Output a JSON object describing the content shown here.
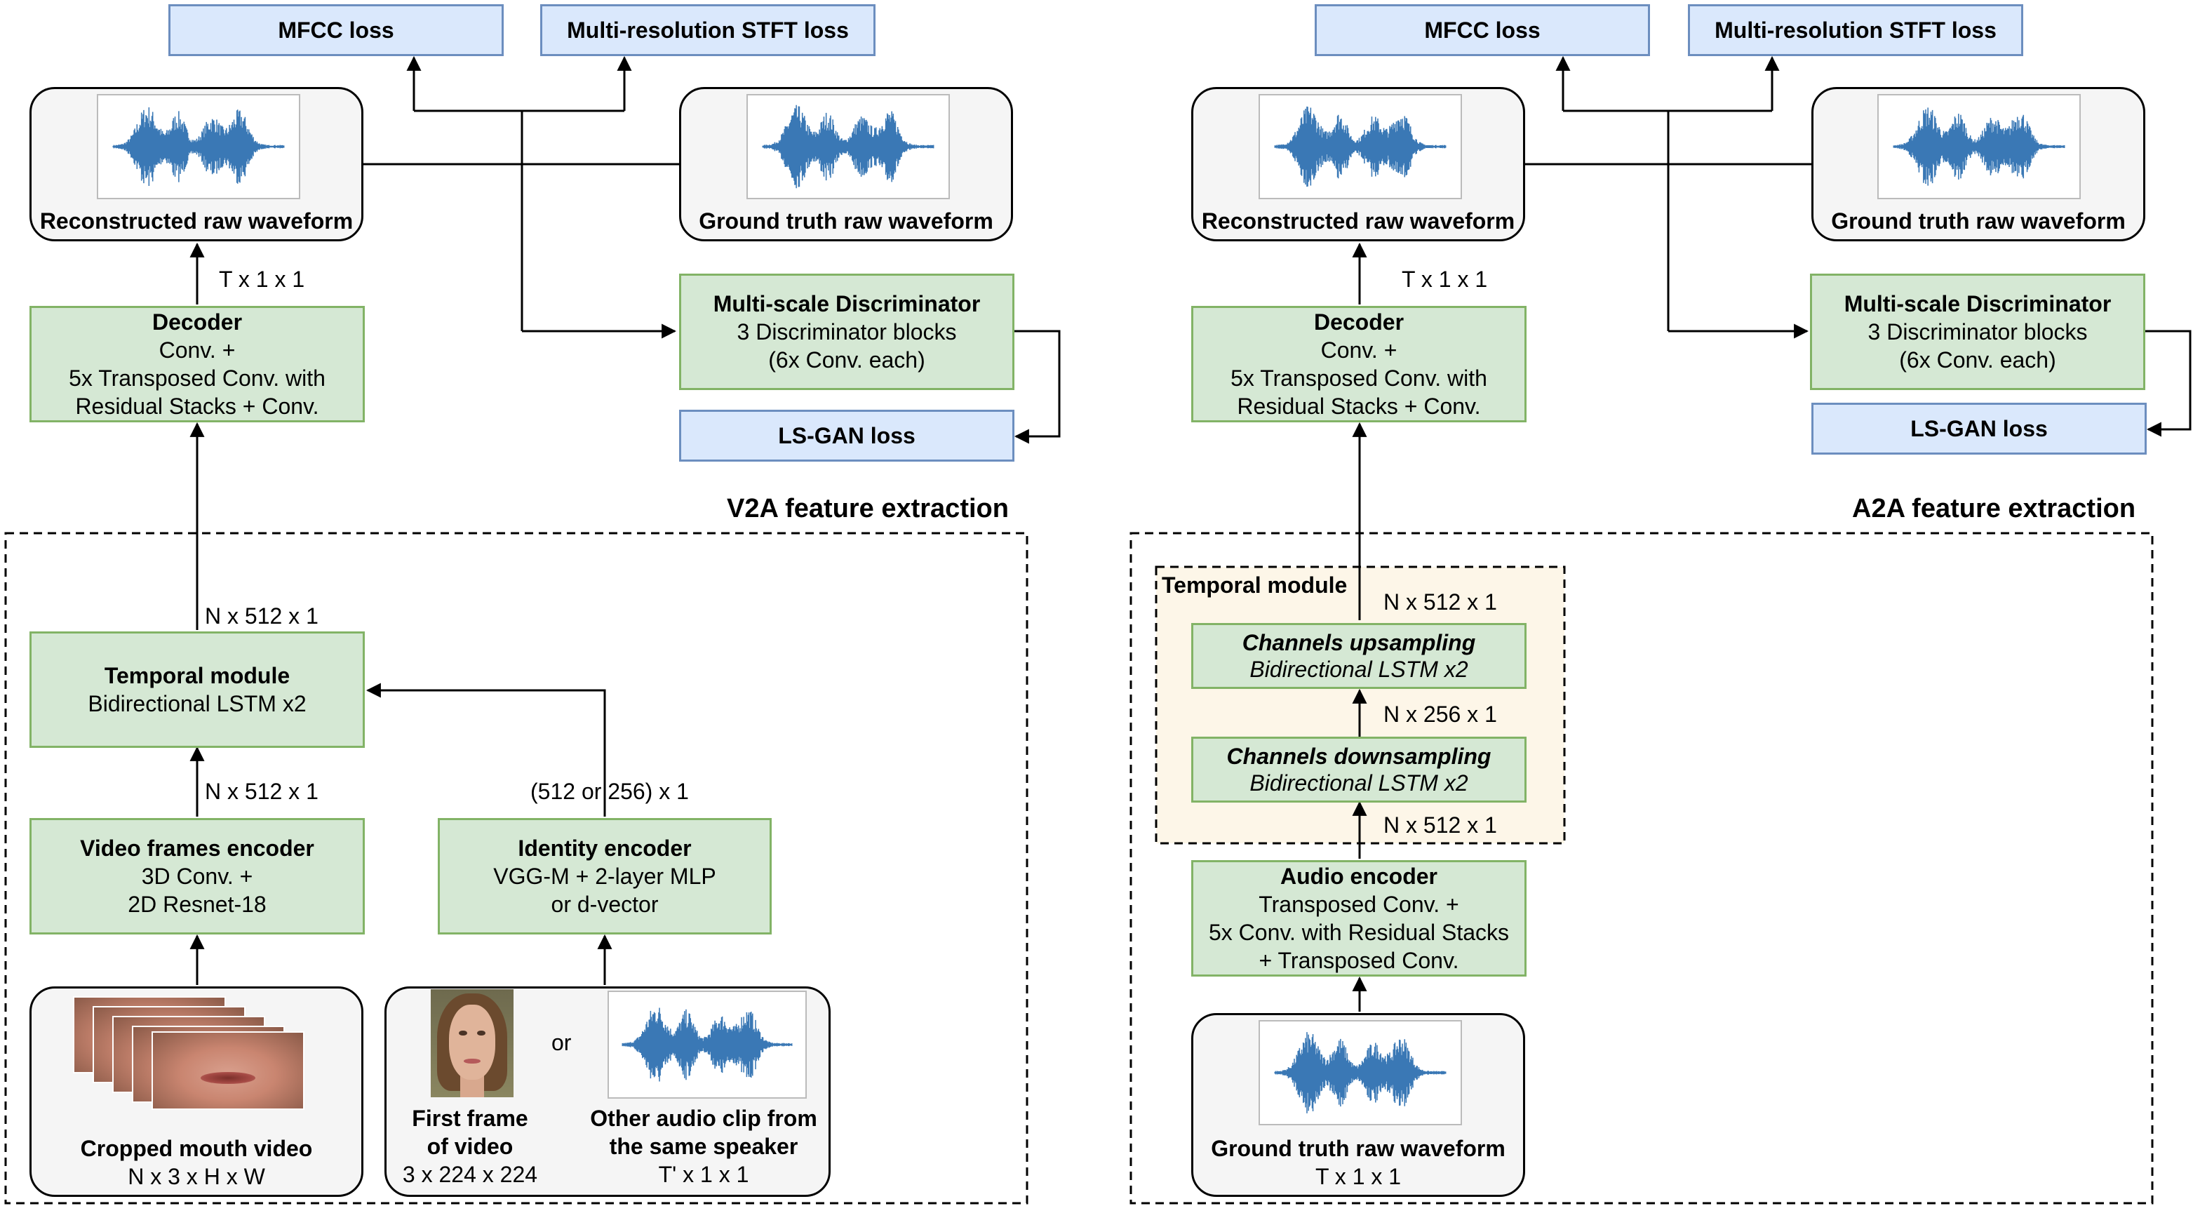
{
  "left": {
    "losses": {
      "mfcc": "MFCC loss",
      "stft": "Multi-resolution STFT loss",
      "lsgan": "LS-GAN loss"
    },
    "reconstructed": "Reconstructed raw waveform",
    "ground_truth": "Ground truth raw waveform",
    "discriminator": {
      "title": "Multi-scale Discriminator",
      "line1": "3 Discriminator blocks",
      "line2": "(6x Conv. each)"
    },
    "decoder": {
      "title": "Decoder",
      "line1": "Conv. +",
      "line2": "5x Transposed Conv. with",
      "line3": "Residual Stacks + Conv."
    },
    "dim_decoder_out": "T x 1 x 1",
    "section_title": "V2A feature extraction",
    "dim_temporal_out": "N x 512 x 1",
    "temporal": {
      "title": "Temporal module",
      "line1": "Bidirectional LSTM x2"
    },
    "dim_video_out": "N x 512 x 1",
    "dim_identity_out": "(512 or 256) x 1",
    "video_encoder": {
      "title": "Video frames encoder",
      "line1": "3D Conv. +",
      "line2": "2D Resnet-18"
    },
    "identity_encoder": {
      "title": "Identity encoder",
      "line1": "VGG-M + 2-layer MLP",
      "line2": "or d-vector"
    },
    "mouth_input": {
      "title": "Cropped mouth video",
      "dims": "N x 3 x H x W"
    },
    "identity_input": {
      "frame_title1": "First frame",
      "frame_title2": "of video",
      "frame_dims": "3 x 224 x 224",
      "or": "or",
      "audio_title1": "Other audio clip from",
      "audio_title2": "the same speaker",
      "audio_dims": "T' x 1 x 1"
    }
  },
  "right": {
    "losses": {
      "mfcc": "MFCC loss",
      "stft": "Multi-resolution STFT loss",
      "lsgan": "LS-GAN loss"
    },
    "reconstructed": "Reconstructed raw waveform",
    "ground_truth": "Ground truth raw waveform",
    "discriminator": {
      "title": "Multi-scale Discriminator",
      "line1": "3 Discriminator blocks",
      "line2": "(6x Conv. each)"
    },
    "decoder": {
      "title": "Decoder",
      "line1": "Conv. +",
      "line2": "5x Transposed Conv. with",
      "line3": "Residual Stacks + Conv."
    },
    "dim_decoder_out": "T x 1 x 1",
    "section_title": "A2A feature extraction",
    "temporal_label": "Temporal module",
    "dim_upsampling_out": "N x 512 x 1",
    "upsampling": {
      "title": "Channels upsampling",
      "line1": "Bidirectional LSTM x2"
    },
    "dim_downsampling_out": "N x 256 x 1",
    "downsampling": {
      "title": "Channels downsampling",
      "line1": "Bidirectional LSTM x2"
    },
    "dim_encoder_out": "N x 512 x 1",
    "audio_encoder": {
      "title": "Audio encoder",
      "line1": "Transposed Conv. +",
      "line2": "5x Conv. with Residual Stacks",
      "line3": "+ Transposed Conv."
    },
    "gt_input": {
      "title": "Ground truth raw waveform",
      "dims": "T x 1 x 1"
    }
  },
  "colors": {
    "green_fill": "#d5e8d4",
    "green_stroke": "#82b366",
    "blue_fill": "#dae8fc",
    "blue_stroke": "#6c8ebf",
    "waveform": "#3a78b5",
    "temporal_fill": "#fdf6e8"
  },
  "icons": [
    "arrow-icon",
    "waveform-icon",
    "mouth-frames-icon",
    "face-photo-icon"
  ]
}
